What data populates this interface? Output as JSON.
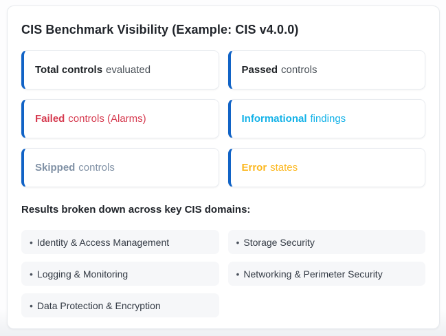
{
  "panel": {
    "title": "CIS Benchmark Visibility (Example: CIS v4.0.0)",
    "accent_color": "#1163c6"
  },
  "status_cards": [
    {
      "emphasis": "Total controls",
      "rest": "evaluated",
      "emphasis_color": "#212529",
      "rest_color": "#495057"
    },
    {
      "emphasis": "Passed",
      "rest": "controls",
      "emphasis_color": "#212529",
      "rest_color": "#495057"
    },
    {
      "emphasis": "Failed",
      "rest": "controls (Alarms)",
      "emphasis_color": "#d63a4f",
      "rest_color": "#d63a4f"
    },
    {
      "emphasis": "Informational",
      "rest": "findings",
      "emphasis_color": "#13b2e8",
      "rest_color": "#13b2e8"
    },
    {
      "emphasis": "Skipped",
      "rest": "controls",
      "emphasis_color": "#8091a5",
      "rest_color": "#8091a5"
    },
    {
      "emphasis": "Error",
      "rest": "states",
      "emphasis_color": "#fcb71d",
      "rest_color": "#fcb71d"
    }
  ],
  "domains_section": {
    "heading": "Results broken down across key CIS domains:",
    "bullet": "•",
    "items": [
      {
        "label": "Identity & Access Management"
      },
      {
        "label": "Storage Security"
      },
      {
        "label": "Logging & Monitoring"
      },
      {
        "label": "Networking & Perimeter Security"
      },
      {
        "label": "Data Protection & Encryption"
      }
    ]
  }
}
